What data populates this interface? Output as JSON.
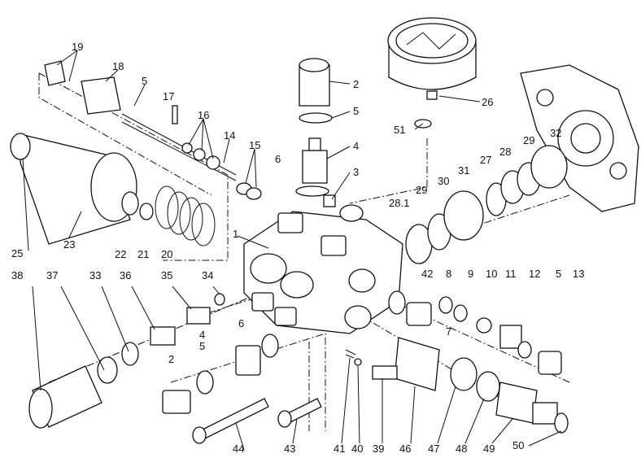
{
  "diagram": {
    "type": "exploded parts diagram",
    "labels": [
      "19",
      "18",
      "5",
      "17",
      "16",
      "14",
      "15",
      "2",
      "5",
      "6",
      "4",
      "3",
      "26",
      "51",
      "32",
      "29",
      "28",
      "27",
      "31",
      "30",
      "29",
      "28.1",
      "25",
      "23",
      "22",
      "21",
      "20",
      "1",
      "38",
      "37",
      "33",
      "36",
      "35",
      "34",
      "42",
      "8",
      "9",
      "10",
      "11",
      "12",
      "5",
      "13",
      "6",
      "4",
      "5",
      "2",
      "7",
      "44",
      "43",
      "41",
      "40",
      "39",
      "46",
      "47",
      "48",
      "49",
      "50"
    ]
  }
}
